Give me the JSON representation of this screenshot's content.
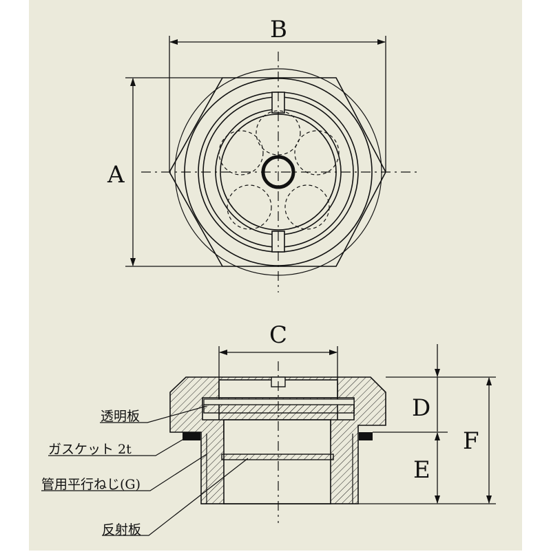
{
  "dimensions": {
    "A": "A",
    "B": "B",
    "C": "C",
    "D": "D",
    "E": "E",
    "F": "F"
  },
  "callouts": {
    "transparent_plate": "透明板",
    "gasket": "ガスケット 2t",
    "parallel_pipe_thread": "管用平行ねじ(G)",
    "reflector_plate": "反射板"
  },
  "colors": {
    "background": "#ebeadb",
    "line": "#111111"
  }
}
